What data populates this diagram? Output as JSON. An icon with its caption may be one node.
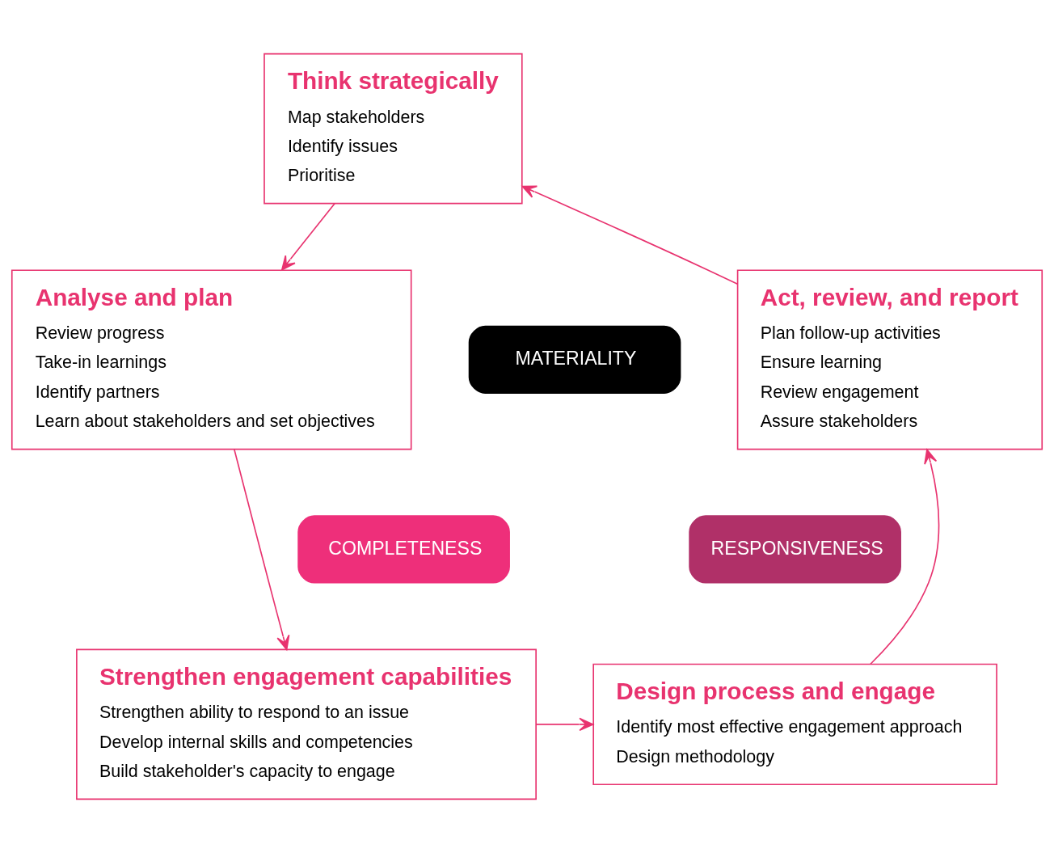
{
  "diagram": {
    "nodes": [
      {
        "text": [
          "Think strategically",
          "Map stakeholders",
          "Identify issues",
          "Prioritise"
        ]
      },
      {
        "text": [
          "Analyse and plan",
          "Review progress",
          "Take-in learnings",
          "Identify partners",
          "Learn about stakeholders and set objectives"
        ]
      },
      {
        "text": [
          "Strengthen engagement capabilities",
          "Strengthen ability to respond to an issue",
          "Develop internal skills and competencies",
          "Build stakeholder's capacity to engage"
        ]
      },
      {
        "text": [
          "Design process and engage",
          "Identify most effective engagement approach",
          "Design methodology"
        ]
      },
      {
        "text": [
          "Act, review, and report",
          "Plan follow-up activities",
          "Ensure learning",
          "Review engagement",
          "Assure stakeholders"
        ]
      },
      {
        "text": [
          "MATERIALITY"
        ]
      },
      {
        "text": [
          "COMPLETENESS"
        ]
      },
      {
        "text": [
          "RESPONSIVENESS"
        ]
      }
    ],
    "edges": [
      {
        "from": 0,
        "to": 1,
        "arrow": "to"
      },
      {
        "from": 1,
        "to": 2,
        "arrow": "to"
      },
      {
        "from": 2,
        "to": 3,
        "arrow": "to"
      },
      {
        "from": 3,
        "to": 4,
        "arrow": "to"
      },
      {
        "from": 4,
        "to": 0,
        "arrow": "to"
      }
    ]
  }
}
